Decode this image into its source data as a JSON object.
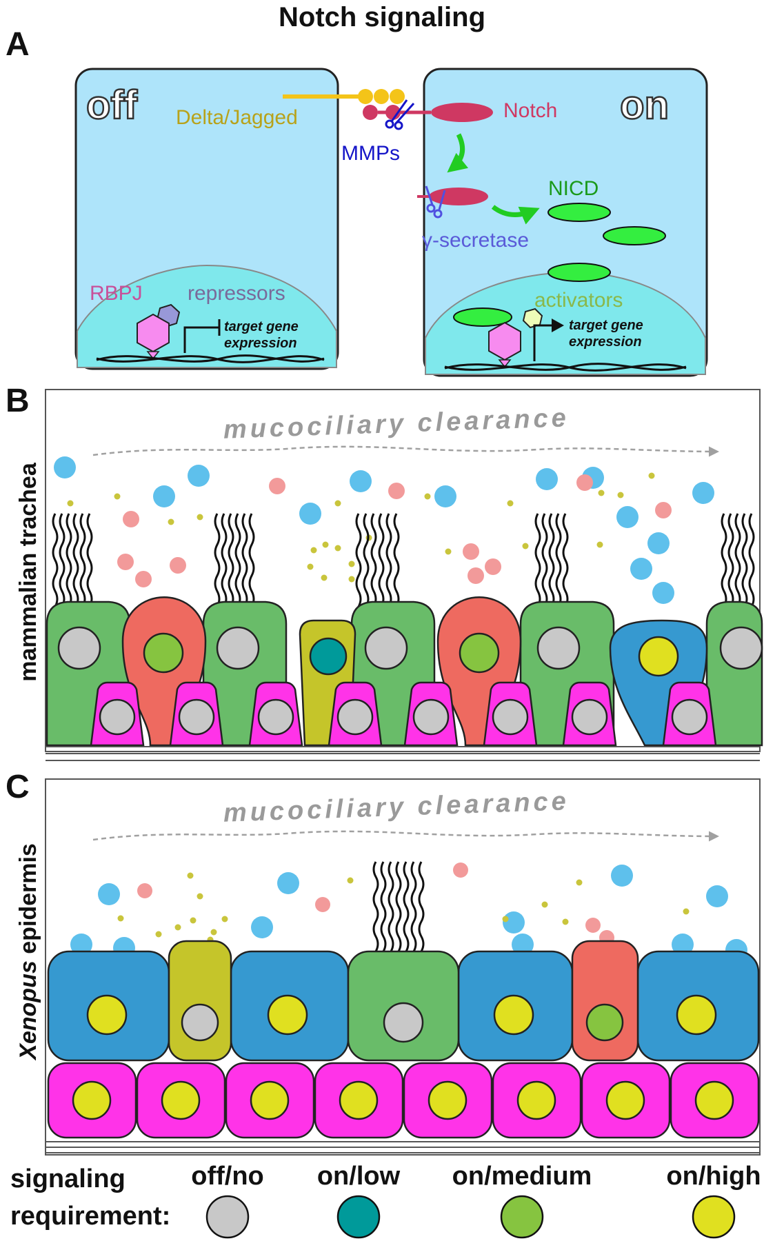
{
  "title": "Notch signaling",
  "panel_labels": {
    "a": "A",
    "b": "B",
    "c": "C"
  },
  "panel_a": {
    "off": "off",
    "on": "on",
    "ligand": "Delta/Jagged",
    "receptor": "Notch",
    "protease": "MMPs",
    "nicd": "NICD",
    "gamma": "γ-secretase",
    "rbpj": "RBPJ",
    "repressors": "repressors",
    "activators": "activators",
    "target_line1": "target gene",
    "target_line2": "expression"
  },
  "panel_b": {
    "side_label": "mammalian trachea",
    "flow": "mucociliary clearance"
  },
  "panel_c": {
    "side_label_italic": "Xenopus",
    "side_label_rest": " epidermis",
    "flow": "mucociliary clearance"
  },
  "legend": {
    "title_line1": "signaling",
    "title_line2": "requirement:",
    "items": [
      {
        "label": "off/no",
        "color": "#c8c8c8"
      },
      {
        "label": "on/low",
        "color": "#009a9a"
      },
      {
        "label": "on/medium",
        "color": "#86c440"
      },
      {
        "label": "on/high",
        "color": "#e0e020"
      }
    ]
  },
  "colors": {
    "cell_bg": "#aee4fa",
    "nucleus_bg": "#7fe8ec",
    "ligand": "#f4c419",
    "notch": "#cf3862",
    "nicd": "#34ee40",
    "rbpj": "#f78bef",
    "ciliated": "#69bc69",
    "secretory": "#ee6a60",
    "basal": "#ff33e8",
    "ionocyte": "#3699d0",
    "goblet_small": "#c5c52a",
    "mucus_blue": "#5ec0ec",
    "mucus_pink": "#f29a9a",
    "mucus_dot": "#c9c53c"
  }
}
